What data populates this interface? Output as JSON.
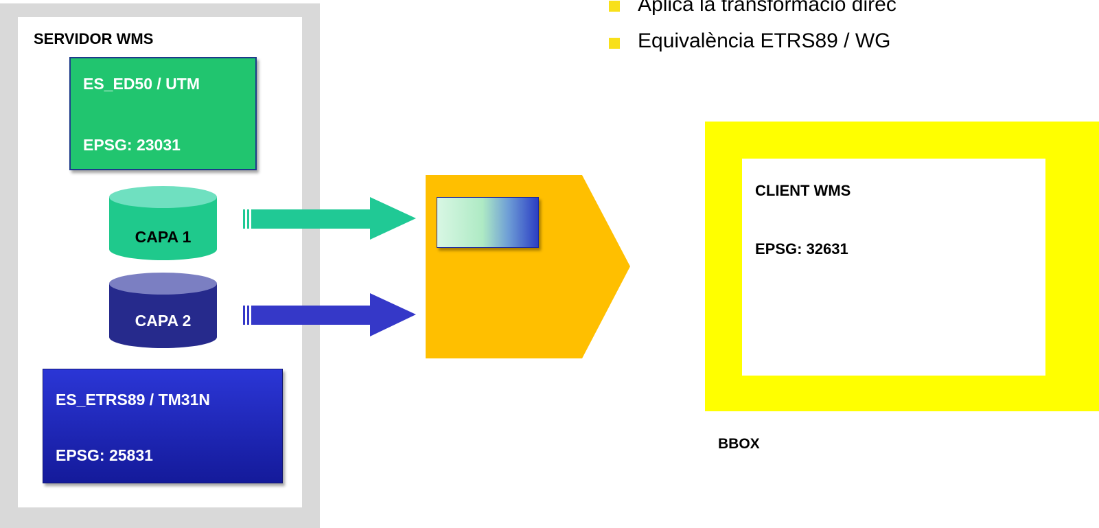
{
  "server": {
    "title": "SERVIDOR WMS",
    "crs_source": {
      "name": "ES_ED50 / UTM",
      "epsg": "EPSG: 23031",
      "color": "#21c56f"
    },
    "layers": [
      {
        "label": "CAPA 1",
        "color": "#21c98a"
      },
      {
        "label": "CAPA 2",
        "color": "#2a2e8f"
      }
    ],
    "crs_target": {
      "name": "ES_ETRS89 / TM31N",
      "epsg": "EPSG: 25831",
      "color": "#1f26c0"
    }
  },
  "transform": {
    "color": "#ffbf00"
  },
  "bullets": [
    {
      "text": "Aplica la transformació direc"
    },
    {
      "text": "Equivalència ETRS89 / WG"
    }
  ],
  "client": {
    "title": "CLIENT WMS",
    "epsg": "EPSG: 32631",
    "frame_color": "#ffff00",
    "bbox_label": "BBOX"
  }
}
